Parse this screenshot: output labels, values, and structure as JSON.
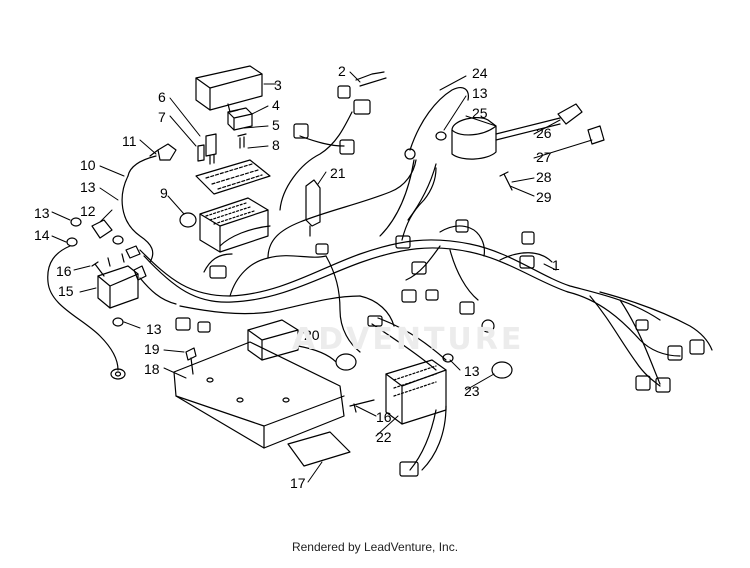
{
  "diagram": {
    "callouts": [
      "1",
      "2",
      "3",
      "4",
      "5",
      "6",
      "7",
      "8",
      "9",
      "10",
      "11",
      "12",
      "13",
      "13",
      "13",
      "13",
      "13",
      "14",
      "15",
      "16",
      "16",
      "17",
      "18",
      "19",
      "20",
      "21",
      "22",
      "23",
      "24",
      "25",
      "26",
      "27",
      "28",
      "29"
    ],
    "watermark": "ADVENTURE"
  },
  "footer": {
    "text": "Rendered by LeadVenture, Inc."
  },
  "colors": {
    "line": "#000000",
    "background": "#ffffff",
    "watermark": "#e6e6e6"
  }
}
